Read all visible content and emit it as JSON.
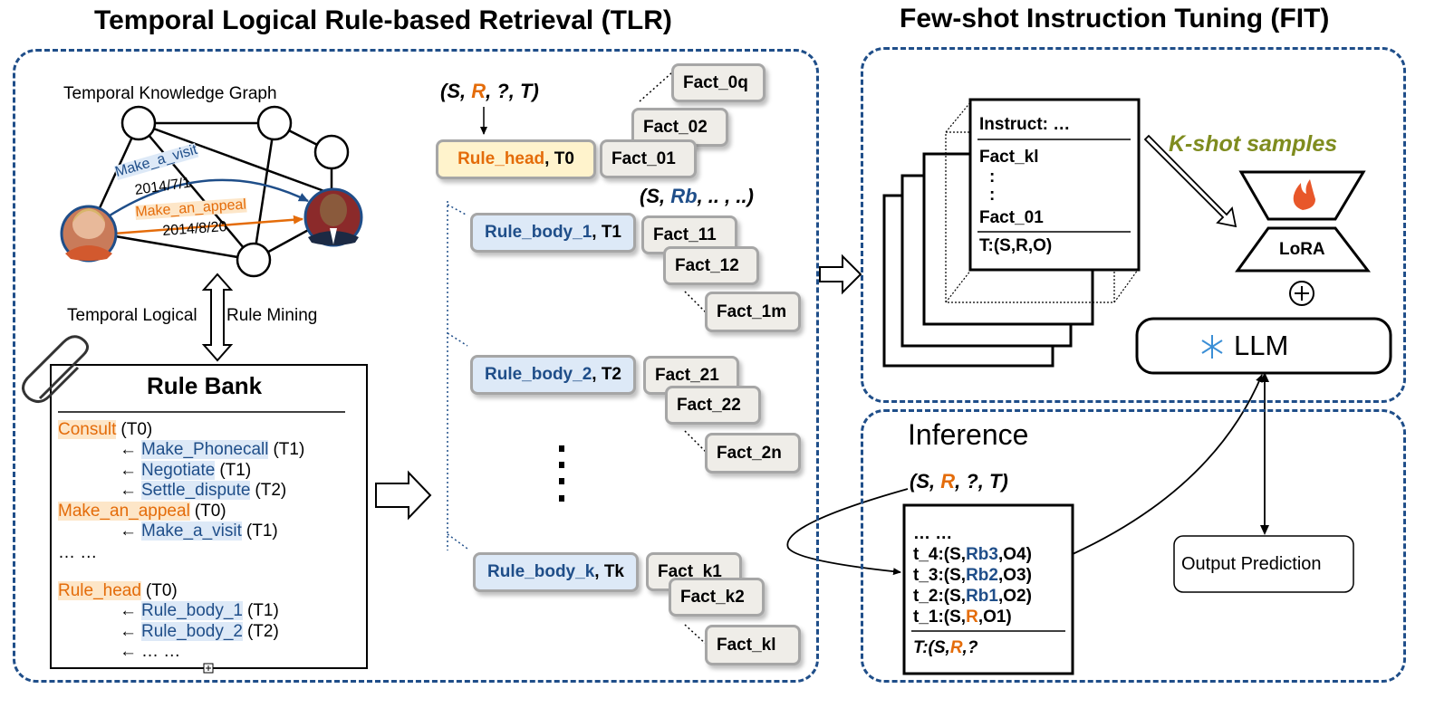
{
  "titles": {
    "tlr": "Temporal Logical Rule-based Retrieval (TLR)",
    "fit": "Few-shot Instruction Tuning (FIT)"
  },
  "tkg": {
    "label": "Temporal Knowledge Graph",
    "edge_visit": "Make_a_visit",
    "date_visit": "2014/7/1",
    "edge_appeal": "Make_an_appeal",
    "date_appeal": "2014/8/20"
  },
  "mining": {
    "left": "Temporal Logical",
    "right": "Rule Mining"
  },
  "rule_bank": {
    "title": "Rule Bank",
    "lines": [
      {
        "rel": "Consult",
        "time": "(T0)",
        "kind": "head"
      },
      {
        "rel": "Make_Phonecall",
        "time": "(T1)",
        "kind": "body"
      },
      {
        "rel": "Negotiate",
        "time": "(T1)",
        "kind": "body"
      },
      {
        "rel": "Settle_dispute",
        "time": "(T2)",
        "kind": "body"
      },
      {
        "rel": "Make_an_appeal",
        "time": "(T0)",
        "kind": "head"
      },
      {
        "rel": "Make_a_visit",
        "time": "(T1)",
        "kind": "body"
      },
      {
        "rel": "… …",
        "time": "",
        "kind": "plain"
      },
      {
        "rel": "Rule_head",
        "time": "(T0)",
        "kind": "head"
      },
      {
        "rel": "Rule_body_1",
        "time": "(T1)",
        "kind": "body"
      },
      {
        "rel": "Rule_body_2",
        "time": "(T2)",
        "kind": "body"
      },
      {
        "rel": "… …",
        "time": "",
        "kind": "body"
      }
    ],
    "arrow": "←"
  },
  "query": {
    "s": "(S, ",
    "r": "R",
    "rest": ", ?,  T)"
  },
  "rule_head": {
    "name": "Rule_head",
    "time": ", T0"
  },
  "body_query": {
    "s": "(S, ",
    "rb": "Rb",
    "rest": ", .. , ..)"
  },
  "rule_bodies": [
    {
      "name": "Rule_body_1",
      "time": ", T1"
    },
    {
      "name": "Rule_body_2",
      "time": ", T2"
    },
    {
      "name": "Rule_body_k",
      "time": ", Tk"
    }
  ],
  "facts": {
    "head": [
      "Fact_0q",
      "Fact_02",
      "Fact_01"
    ],
    "b1": [
      "Fact_11",
      "Fact_12",
      "Fact_1m"
    ],
    "b2": [
      "Fact_21",
      "Fact_22",
      "Fact_2n"
    ],
    "bk": [
      "Fact_k1",
      "Fact_k2",
      "Fact_kl"
    ]
  },
  "sample": {
    "instruct": "Instruct: …",
    "fact_kl": "Fact_kl",
    "dots": ":",
    "fact_01": "Fact_01",
    "target": "T:(S,R,O)"
  },
  "kshot": "K-shot samples",
  "lora": "LoRA",
  "llm": "LLM",
  "inference": {
    "title": "Inference",
    "query_s": "(S, ",
    "query_r": "R",
    "query_rest": ", ?,  T)",
    "lines": [
      {
        "pre": "… …",
        "rel": "",
        "post": "",
        "kind": "plain"
      },
      {
        "pre": "t_4:(S,",
        "rel": "Rb3",
        "post": ",O4)",
        "kind": "body"
      },
      {
        "pre": "t_3:(S,",
        "rel": "Rb2",
        "post": ",O3)",
        "kind": "body"
      },
      {
        "pre": "t_2:(S,",
        "rel": "Rb1",
        "post": ",O2)",
        "kind": "body"
      },
      {
        "pre": "t_1:(S,",
        "rel": "R",
        "post": ",O1)",
        "kind": "head"
      }
    ],
    "target_pre": "T:(S,",
    "target_rel": "R",
    "target_post": ",?"
  },
  "output": "Output Prediction",
  "colors": {
    "panel_border": "#1f4e89",
    "head": "#e46c0a",
    "body": "#1f4e89",
    "kshot": "#7f8c1f"
  }
}
